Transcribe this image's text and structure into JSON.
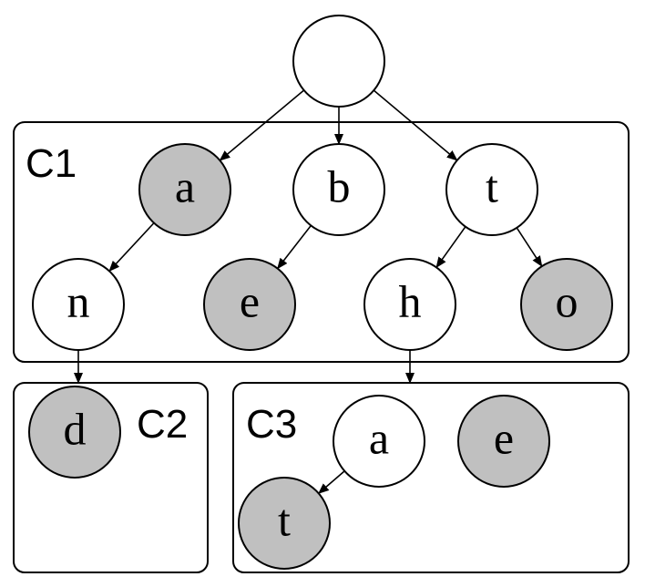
{
  "colors": {
    "filled": "#c0c0c0",
    "empty": "#ffffff",
    "stroke": "#000000"
  },
  "clusters": [
    {
      "id": "c1",
      "label": "C1"
    },
    {
      "id": "c2",
      "label": "C2"
    },
    {
      "id": "c3",
      "label": "C3"
    }
  ],
  "nodes": [
    {
      "id": "root",
      "label": "",
      "filled": false
    },
    {
      "id": "a1",
      "label": "a",
      "filled": true
    },
    {
      "id": "b1",
      "label": "b",
      "filled": false
    },
    {
      "id": "t1",
      "label": "t",
      "filled": false
    },
    {
      "id": "n1",
      "label": "n",
      "filled": false
    },
    {
      "id": "e1",
      "label": "e",
      "filled": true
    },
    {
      "id": "h1",
      "label": "h",
      "filled": false
    },
    {
      "id": "o1",
      "label": "o",
      "filled": true
    },
    {
      "id": "d2",
      "label": "d",
      "filled": true
    },
    {
      "id": "a3",
      "label": "a",
      "filled": false
    },
    {
      "id": "e3",
      "label": "e",
      "filled": true
    },
    {
      "id": "t3",
      "label": "t",
      "filled": true
    }
  ],
  "edges": [
    {
      "from": "root",
      "to": "a1"
    },
    {
      "from": "root",
      "to": "b1"
    },
    {
      "from": "root",
      "to": "t1"
    },
    {
      "from": "a1",
      "to": "n1"
    },
    {
      "from": "b1",
      "to": "e1"
    },
    {
      "from": "t1",
      "to": "h1"
    },
    {
      "from": "t1",
      "to": "o1"
    },
    {
      "from": "n1",
      "to": "cluster:c2"
    },
    {
      "from": "h1",
      "to": "cluster:c3"
    },
    {
      "from": "a3",
      "to": "t3"
    }
  ]
}
